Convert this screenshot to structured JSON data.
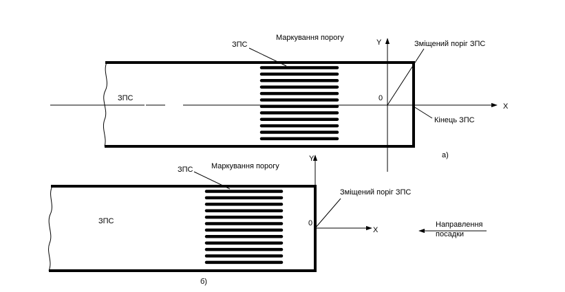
{
  "diagram_a": {
    "runway_label": "ЗПС",
    "runway_pointer_label": "ЗПС",
    "marking_label": "Маркування порогу",
    "displaced_threshold_label": "Зміщений поріг ЗПС",
    "runway_end_label": "Кінець ЗПС",
    "axis_y": "Y",
    "axis_x": "X",
    "origin": "0",
    "caption": "а)"
  },
  "diagram_b": {
    "runway_label": "ЗПС",
    "runway_pointer_label": "ЗПС",
    "marking_label": "Маркування порогу",
    "displaced_threshold_label": "Зміщений поріг ЗПС",
    "axis_y": "Y",
    "axis_x": "X",
    "origin": "0",
    "caption": "б)",
    "landing_direction_line1": "Направлення",
    "landing_direction_line2": "посадки"
  }
}
